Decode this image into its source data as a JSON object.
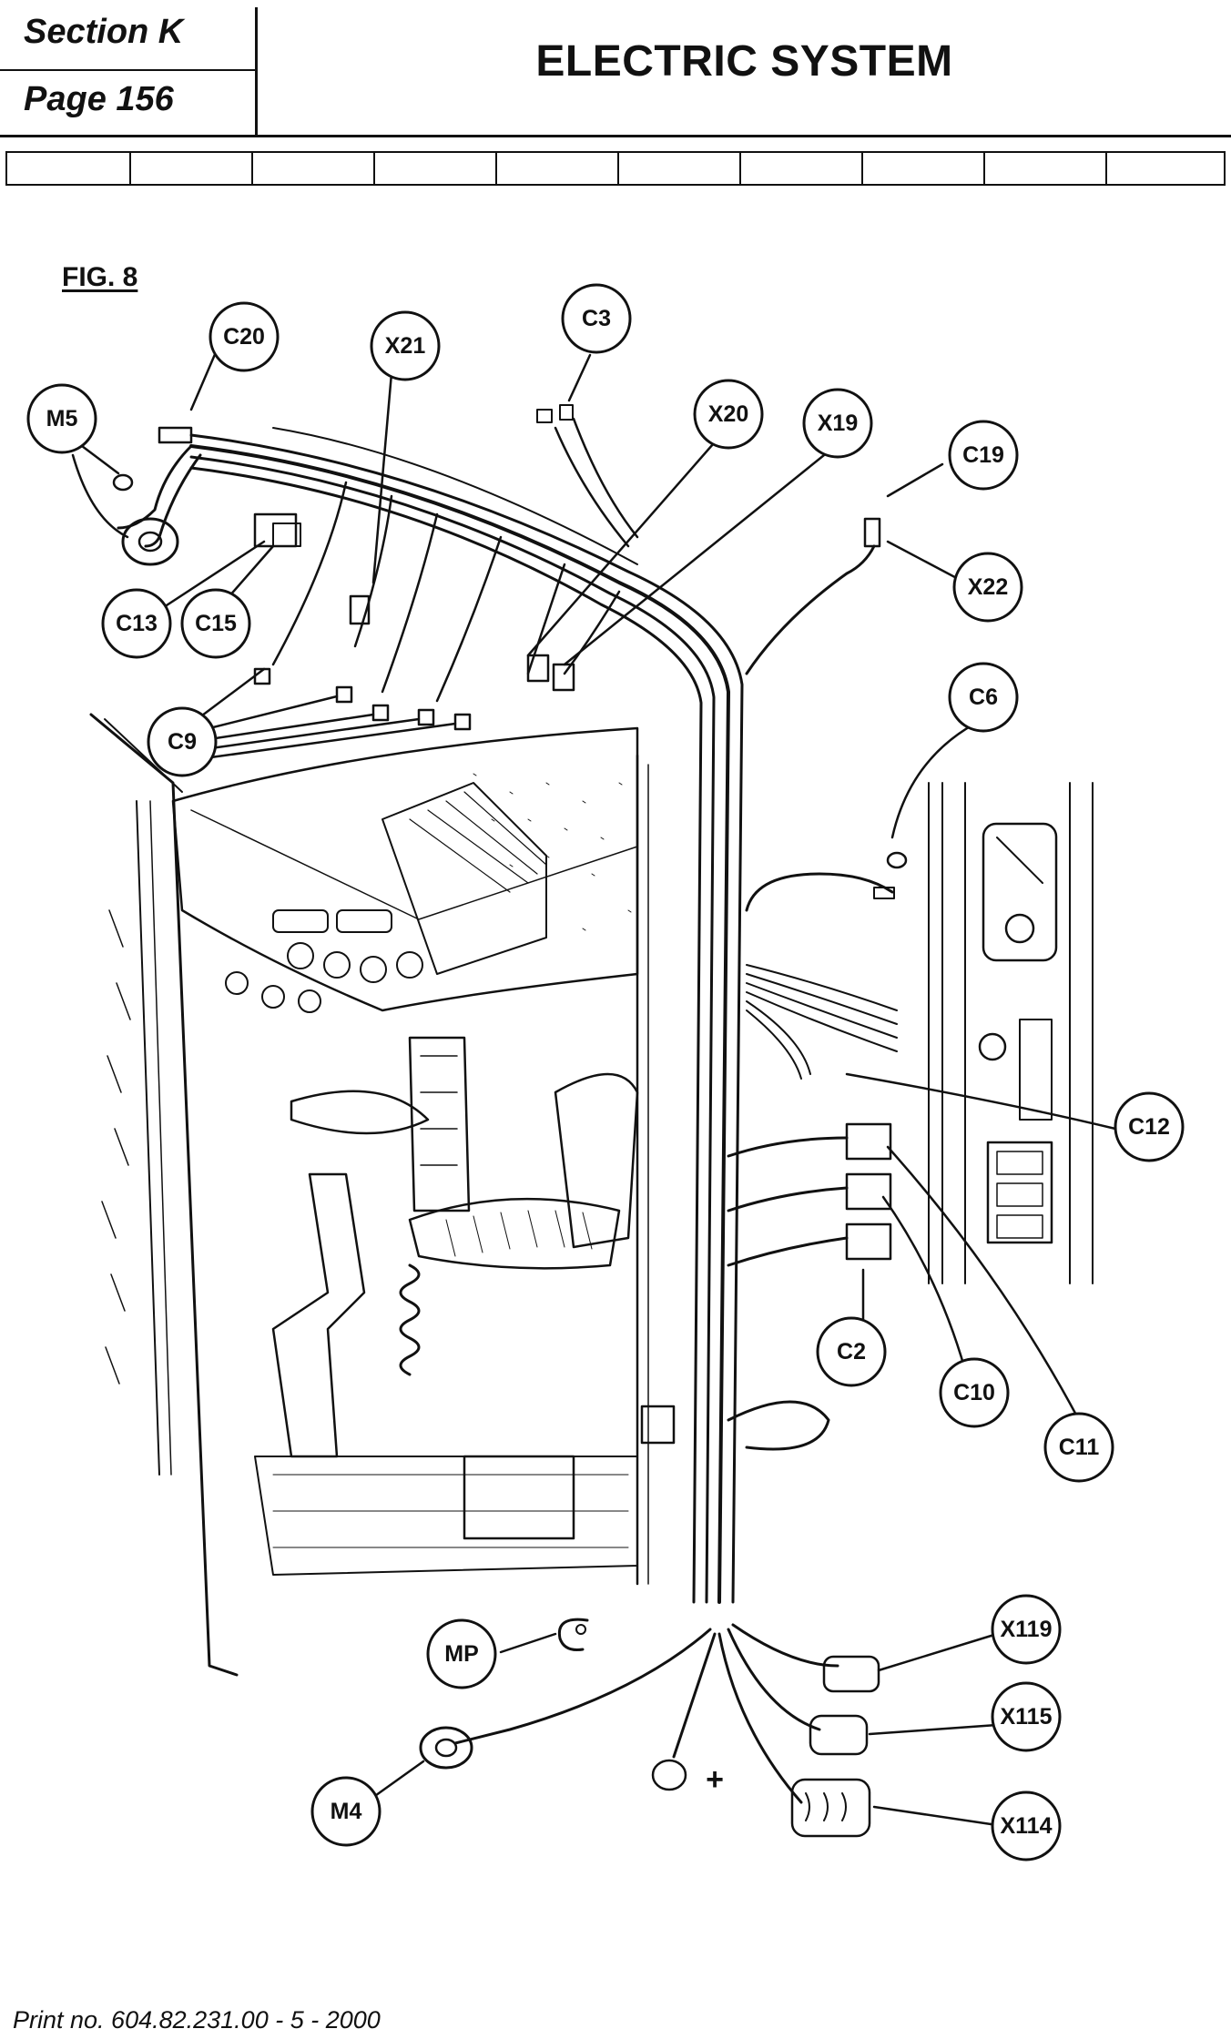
{
  "header": {
    "section": "Section K",
    "page": "Page 156",
    "title": "ELECTRIC SYSTEM"
  },
  "figure": {
    "label": "FIG. 8",
    "callouts": [
      {
        "id": "C20",
        "text": "C20"
      },
      {
        "id": "X21",
        "text": "X21"
      },
      {
        "id": "C3",
        "text": "C3"
      },
      {
        "id": "M5",
        "text": "M5"
      },
      {
        "id": "X20",
        "text": "X20"
      },
      {
        "id": "X19",
        "text": "X19"
      },
      {
        "id": "C19",
        "text": "C19"
      },
      {
        "id": "X22",
        "text": "X22"
      },
      {
        "id": "C13",
        "text": "C13"
      },
      {
        "id": "C15",
        "text": "C15"
      },
      {
        "id": "C6",
        "text": "C6"
      },
      {
        "id": "C9",
        "text": "C9"
      },
      {
        "id": "C12",
        "text": "C12"
      },
      {
        "id": "C2",
        "text": "C2"
      },
      {
        "id": "C10",
        "text": "C10"
      },
      {
        "id": "C11",
        "text": "C11"
      },
      {
        "id": "X119",
        "text": "X119"
      },
      {
        "id": "MP",
        "text": "MP"
      },
      {
        "id": "X115",
        "text": "X115"
      },
      {
        "id": "M4",
        "text": "M4"
      },
      {
        "id": "X114",
        "text": "X114"
      }
    ],
    "plus_sign": "+"
  },
  "footer": {
    "print_no": "Print no. 604.82.231.00 - 5 - 2000"
  }
}
